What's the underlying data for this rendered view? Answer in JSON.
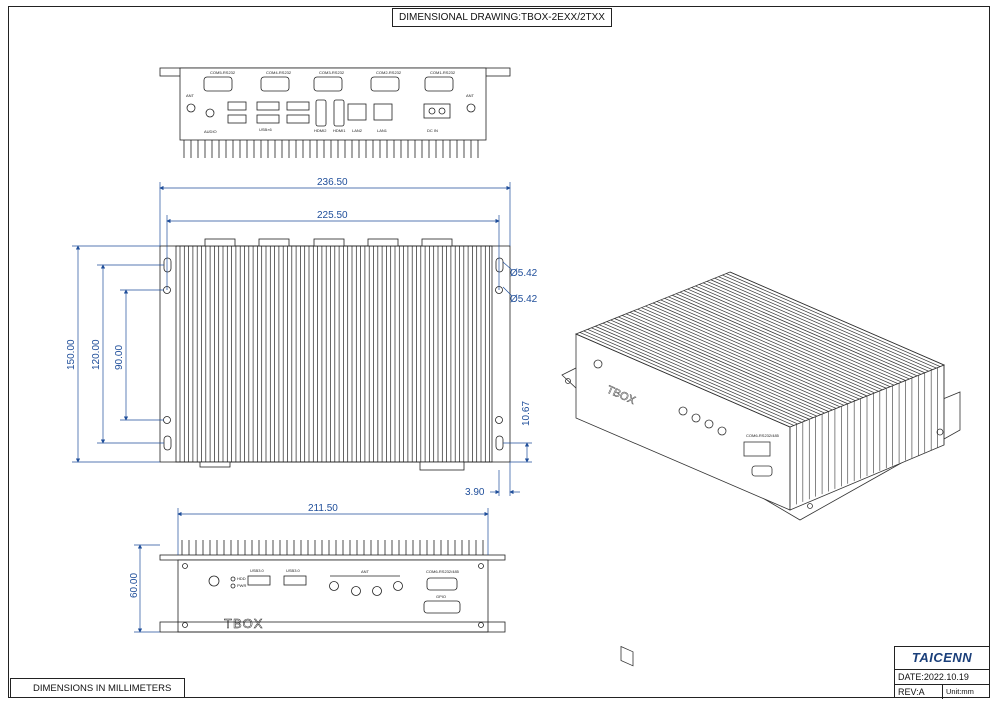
{
  "title": "DIMENSIONAL DRAWING:TBOX-2EXX/2TXX",
  "units_note": "DIMENSIONS IN MILLIMETERS",
  "title_block": {
    "logo": "TAICENN",
    "date": "DATE:2022.10.19",
    "rev": "REV:A",
    "unit": "Unit:mm"
  },
  "colors": {
    "dimension": "#1f4e9a",
    "line": "#222222"
  },
  "top_view": {
    "com_labels": [
      "COM5-RS232",
      "COM4-RS232",
      "COM3-RS232",
      "COM2-RS232",
      "COM1-RS232"
    ],
    "ant_left": "ANT",
    "ant_right": "ANT",
    "port_labels": [
      "AUDIO",
      "USB×6",
      "HDMI2",
      "HDMI1",
      "LAN2",
      "LAN1",
      "DC IN"
    ]
  },
  "dimensions": {
    "outer_width": "236.50",
    "inner_width": "225.50",
    "hole_1": "Ø5.42",
    "hole_2": "Ø5.42",
    "height_150": "150.00",
    "height_120": "120.00",
    "height_90": "90.00",
    "offset_10": "10.67",
    "offset_3": "3.90",
    "front_width": "211.50",
    "front_height": "60.00"
  },
  "front_view": {
    "usb_label_1": "USB3.0",
    "usb_label_2": "USB3.0",
    "led_hdd": "HDD",
    "led_pwr": "PWR",
    "ant_label": "ANT",
    "com_label": "COM6-RS232/485",
    "gpio_label": "GPIO",
    "brand": "TBOX"
  },
  "iso_view": {
    "brand": "TBOX",
    "com_label": "COM6-RS232/485"
  }
}
